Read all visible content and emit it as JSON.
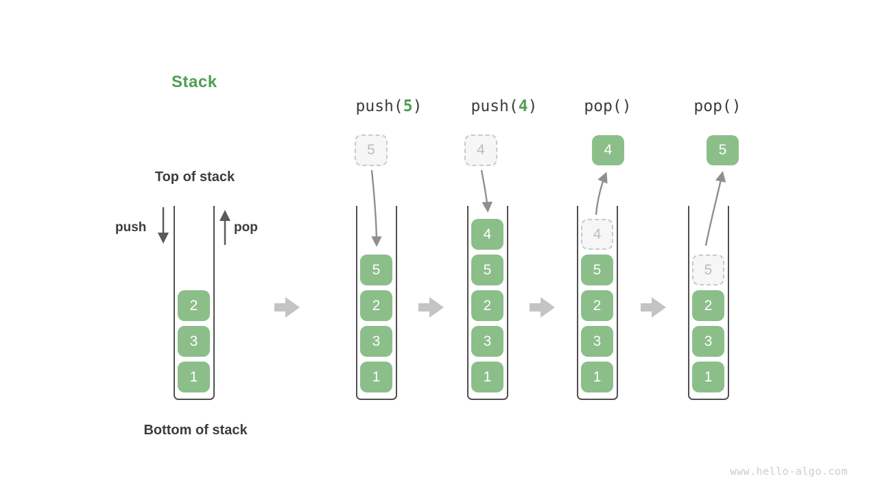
{
  "title": "Stack",
  "watermark": "www.hello-algo.com",
  "labels": {
    "top_of_stack": "Top of stack",
    "bottom_of_stack": "Bottom of stack",
    "push_arrow": "push",
    "pop_arrow": "pop"
  },
  "colors": {
    "title_green": "#4e9e52",
    "cell_green": "#8cbe8a",
    "cell_text": "#ffffff",
    "ghost_border": "#c9c9c9",
    "ghost_fill": "#f6f6f6",
    "ghost_text": "#bcbcbc",
    "label_text": "#3c3c3c",
    "tube_wall": "#4f4f4f",
    "big_arrow": "#c4c4c4",
    "flow_arrow": "#8f8f8f",
    "watermark_text": "#cccccc"
  },
  "stacks": [
    {
      "cells": [
        "2",
        "3",
        "1"
      ]
    },
    {
      "operation": {
        "prefix": "push(",
        "arg": "5",
        "suffix": ")"
      },
      "incoming": "5",
      "cells": [
        "5",
        "2",
        "3",
        "1"
      ]
    },
    {
      "operation": {
        "prefix": "push(",
        "arg": "4",
        "suffix": ")"
      },
      "incoming": "4",
      "cells": [
        "4",
        "5",
        "2",
        "3",
        "1"
      ]
    },
    {
      "operation": {
        "prefix": "pop()",
        "arg": "",
        "suffix": ""
      },
      "outgoing": "4",
      "ghost": "4",
      "cells": [
        "5",
        "2",
        "3",
        "1"
      ]
    },
    {
      "operation": {
        "prefix": "pop()",
        "arg": "",
        "suffix": ""
      },
      "outgoing": "5",
      "ghost": "5",
      "cells": [
        "2",
        "3",
        "1"
      ]
    }
  ]
}
